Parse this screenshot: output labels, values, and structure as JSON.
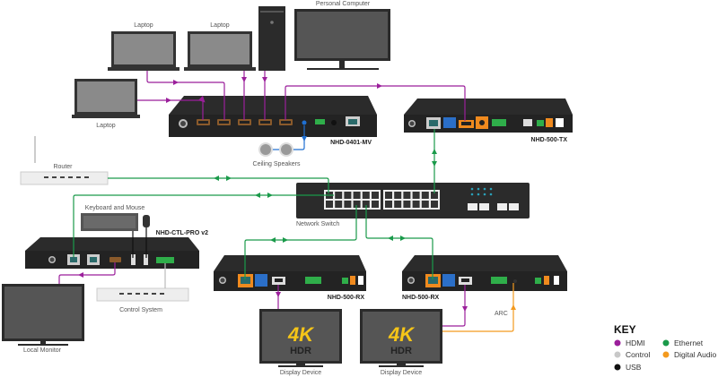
{
  "colors": {
    "hdmi": "#9b1f9b",
    "ethernet": "#1a9a4a",
    "control": "#c8c8c8",
    "usb": "#111111",
    "digital_audio": "#f39a1e",
    "speaker_wire": "#1f6fd1",
    "device_body": "#2b2b2b",
    "screen": "#555555"
  },
  "labels": {
    "laptop_1": "Laptop",
    "laptop_2": "Laptop",
    "laptop_3": "Laptop",
    "personal_computer": "Personal Computer",
    "ceiling_speakers": "Ceiling Speakers",
    "router": "Router",
    "network_switch": "Network Switch",
    "keyboard_mouse": "Keyboard and Mouse",
    "control_system": "Control System",
    "local_monitor": "Local Monitor",
    "display_device_1": "Display Device",
    "display_device_2": "Display Device",
    "arc": "ARC",
    "hdr_4k_top": "4K",
    "hdr_4k_bottom": "HDR"
  },
  "devices": {
    "multiview": "NHD-0401-MV",
    "transmitter": "NHD-500-TX",
    "controller": "NHD-CTL-PRO v2",
    "receiver_1": "NHD-500-RX",
    "receiver_2": "NHD-500-RX"
  },
  "key": {
    "title": "KEY",
    "items": [
      {
        "label": "HDMI",
        "color": "#9b1f9b"
      },
      {
        "label": "Ethernet",
        "color": "#1a9a4a"
      },
      {
        "label": "Control",
        "color": "#c8c8c8"
      },
      {
        "label": "Digital Audio",
        "color": "#f39a1e"
      },
      {
        "label": "USB",
        "color": "#111111"
      }
    ]
  }
}
